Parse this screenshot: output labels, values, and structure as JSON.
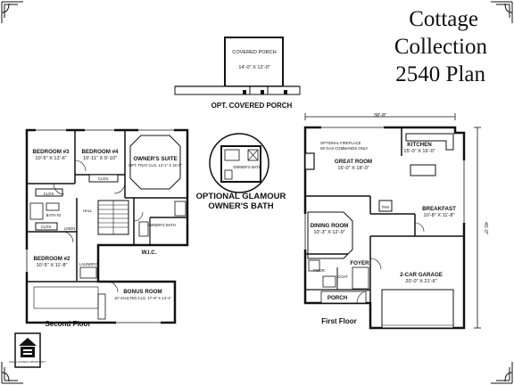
{
  "title": {
    "line1": "Cottage",
    "line2": "Collection",
    "line3": "2540 Plan"
  },
  "covered_porch": {
    "label": "COVERED PORCH",
    "dims": "14'-0\" X 12'-0\"",
    "caption": "OPT. COVERED PORCH"
  },
  "glamour": {
    "bath_label": "OWNER'S BATH",
    "caption_line1": "OPTIONAL GLAMOUR",
    "caption_line2": "OWNER'S BATH"
  },
  "second_floor": {
    "caption": "Second Floor",
    "rooms": [
      {
        "name": "BEDROOM #3",
        "dims": "10'-5\" X 13'-6\""
      },
      {
        "name": "BEDROOM #4",
        "dims": "10'-11\" X 9'-10\""
      },
      {
        "name": "OWNER'S SUITE",
        "dims": "OPT. TRAY CLG. 14'-1\" X 16'-0\""
      },
      {
        "name": "BEDROOM #2",
        "dims": "10'-5\" X 11'-8\""
      },
      {
        "name": "BONUS ROOM",
        "dims": "10' VAULTED CLG. 17'-8\" X 14'-1\""
      }
    ],
    "labels": {
      "closet1": "CLOS.",
      "closet2": "CLOS.",
      "closet3": "CLOS.",
      "bath2": "BATH #2",
      "linen": "LINEN",
      "hall": "HALL",
      "laundry": "LAUNDRY",
      "owners_bath": "OWNER'S BATH",
      "wic": "W.I.C."
    }
  },
  "first_floor": {
    "caption": "First Floor",
    "width_dim": "38'-8\"",
    "depth_dim": "45'-0\"",
    "fireplace_note": "OPTIONAL FIREPLACE",
    "fireplace_note2": "W/ GAS COMMANDS ONLY",
    "rooms": [
      {
        "name": "KITCHEN",
        "dims": "15'-0\" X 16'-0\""
      },
      {
        "name": "GREAT ROOM",
        "dims": "16'-0\" X 18'-0\""
      },
      {
        "name": "BREAKFAST",
        "dims": "10'-8\" X 11'-8\""
      },
      {
        "name": "DINING ROOM",
        "dims": "10'-3\" X 12'-9\""
      },
      {
        "name": "FOYER",
        "dims": ""
      },
      {
        "name": "2-CAR GARAGE",
        "dims": "20'-0\" X 21'-6\""
      },
      {
        "name": "PORCH",
        "dims": ""
      }
    ],
    "labels": {
      "pantry": "PAN",
      "powder": "PWDR.",
      "coat": "COAT"
    }
  },
  "logo": {
    "text": "EQUAL HOUSING OPPORTUNITY"
  }
}
